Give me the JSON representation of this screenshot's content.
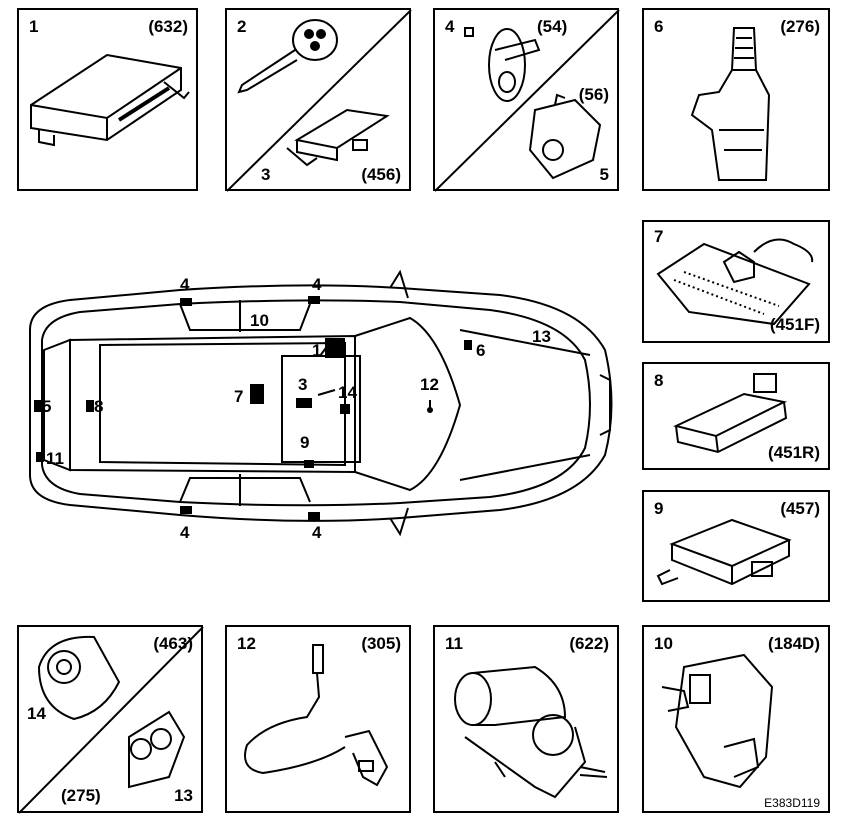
{
  "figure_ref": "E383D119",
  "panels": [
    {
      "id": "p1",
      "num": "1",
      "code": "(632)"
    },
    {
      "id": "p2",
      "num": "2",
      "num2": "3",
      "code": "(456)"
    },
    {
      "id": "p3",
      "num": "4",
      "num2": "5",
      "code": "(54)",
      "code2": "(56)"
    },
    {
      "id": "p4",
      "num": "6",
      "code": "(276)"
    },
    {
      "id": "p5",
      "num": "7",
      "code": "(451F)"
    },
    {
      "id": "p6",
      "num": "8",
      "code": "(451R)"
    },
    {
      "id": "p7",
      "num": "9",
      "code": "(457)"
    },
    {
      "id": "p8",
      "num": "14",
      "num2": "13",
      "code": "(463)",
      "code2": "(275)"
    },
    {
      "id": "p9",
      "num": "12",
      "code": "(305)"
    },
    {
      "id": "p10",
      "num": "11",
      "code": "(622)"
    },
    {
      "id": "p11",
      "num": "10",
      "code": "(184D)"
    }
  ],
  "car_callouts": [
    "4",
    "4",
    "4",
    "4",
    "10",
    "1",
    "6",
    "13",
    "3",
    "14",
    "12",
    "7",
    "5",
    "8",
    "11",
    "9"
  ]
}
